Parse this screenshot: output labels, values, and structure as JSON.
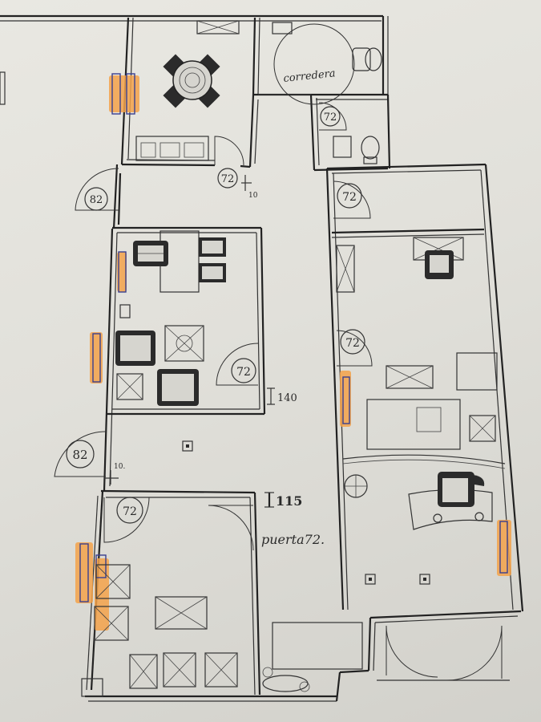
{
  "labels": {
    "corredera": "corredera",
    "puerta": "puerta72.",
    "dim_140": "140",
    "dim_115": "115",
    "dim_10_top": "10",
    "dim_10_mid": "10."
  },
  "door_sizes": [
    {
      "id": "d1",
      "label": "72"
    },
    {
      "id": "d2",
      "label": "72"
    },
    {
      "id": "d3",
      "label": "82"
    },
    {
      "id": "d4",
      "label": "72"
    },
    {
      "id": "d5",
      "label": "72"
    },
    {
      "id": "d6",
      "label": "72"
    },
    {
      "id": "d7",
      "label": "82"
    },
    {
      "id": "d8",
      "label": "72"
    }
  ],
  "colors": {
    "ink": "#222222",
    "marker_orange": "#f3a24a",
    "marker_blue": "#3a3f8f",
    "paper": "#e5e4de"
  }
}
